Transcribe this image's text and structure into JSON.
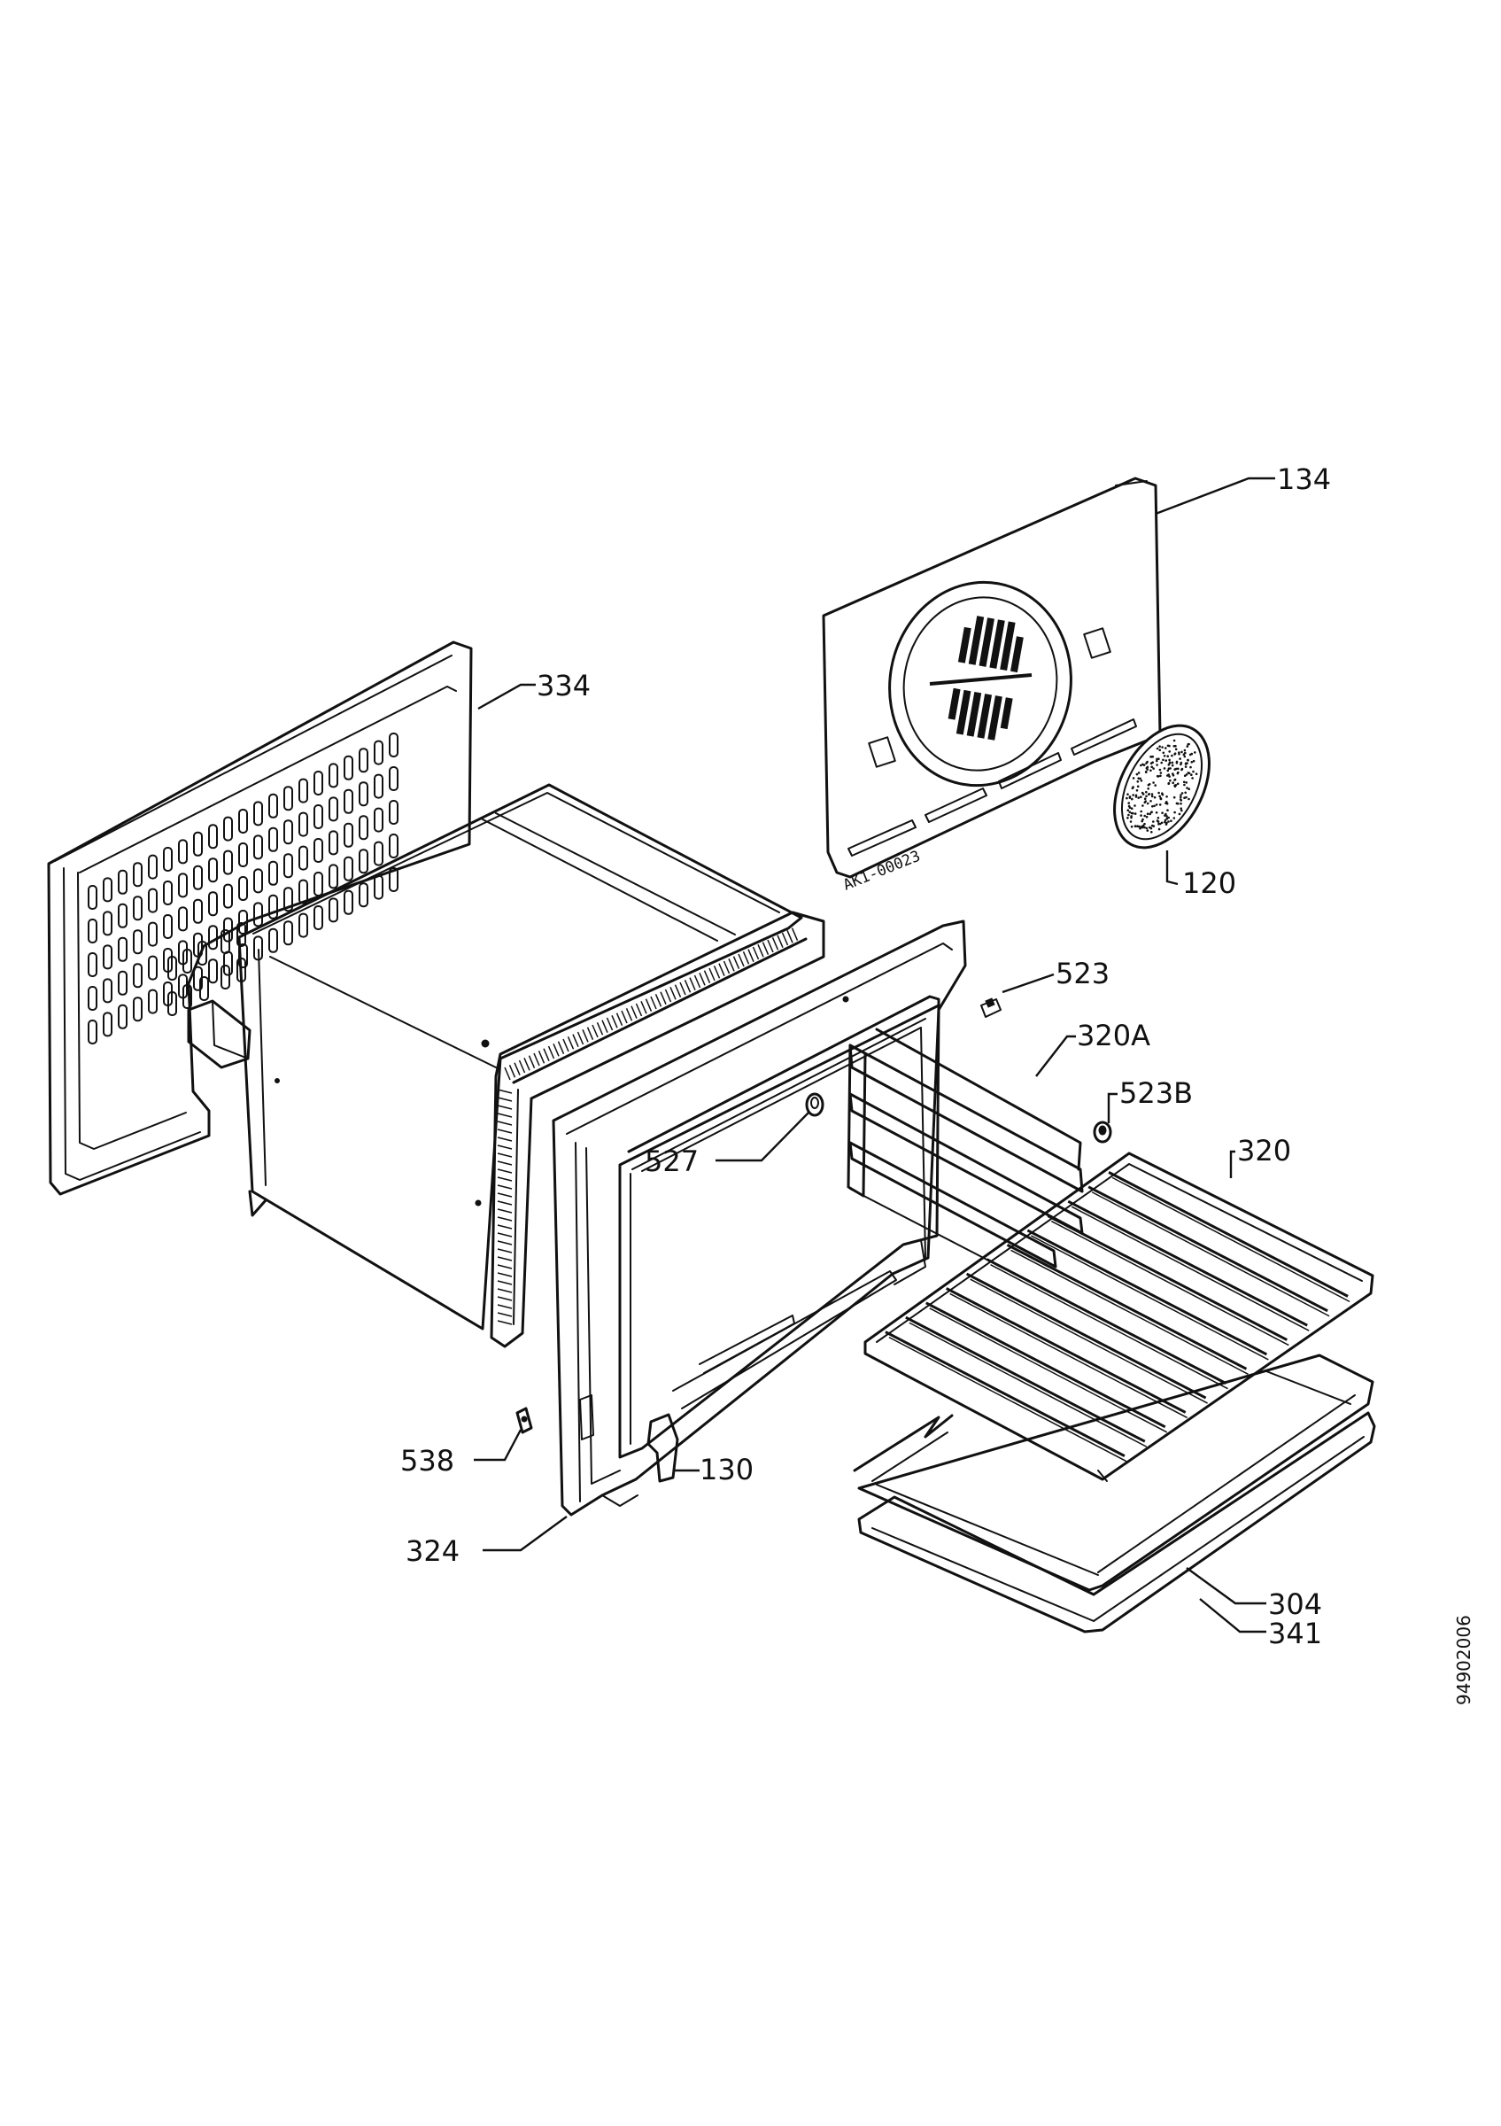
{
  "callouts": {
    "c134": "134",
    "c334": "334",
    "c120": "120",
    "c523": "523",
    "c320A": "320A",
    "c523B": "523B",
    "c320": "320",
    "c527": "527",
    "c538": "538",
    "c130": "130",
    "c324": "324",
    "c304": "304",
    "c341": "341"
  },
  "panel_stamp": "AK1-00023",
  "drawing_number": "94902006"
}
